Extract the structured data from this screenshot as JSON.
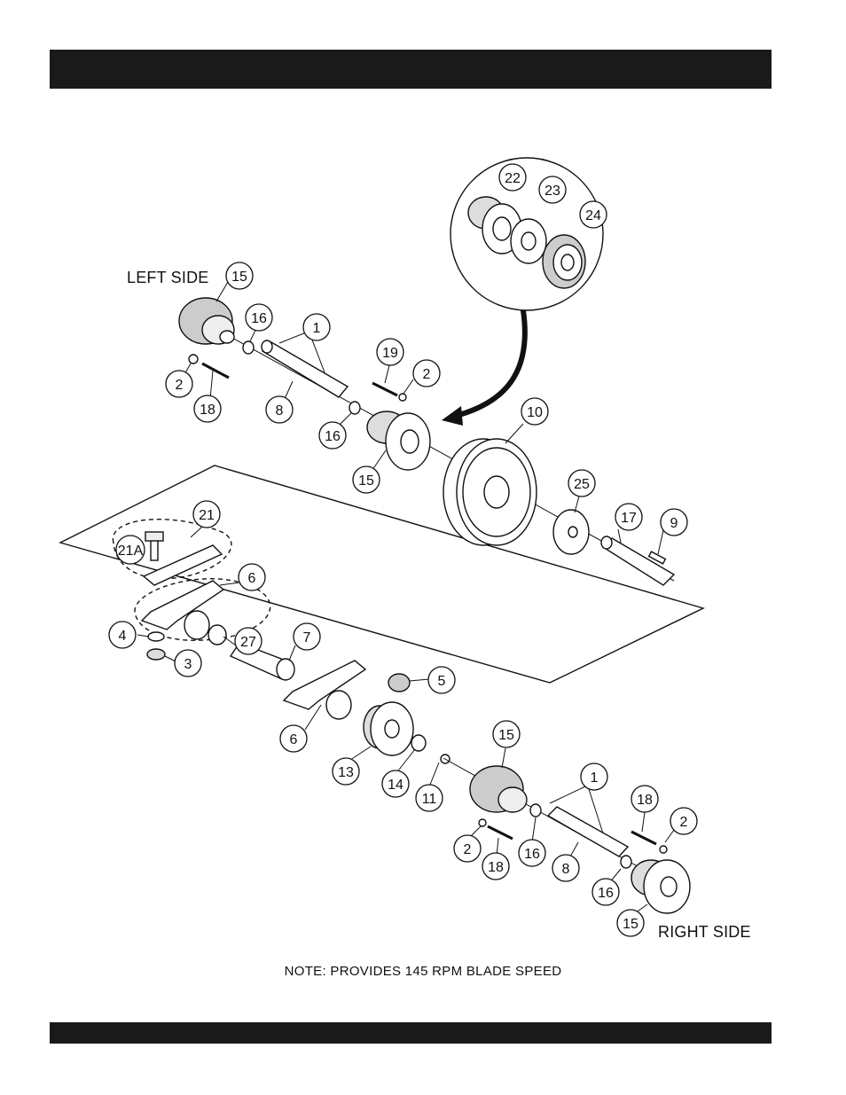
{
  "labels": {
    "left_side": "LEFT SIDE",
    "right_side": "RIGHT SIDE",
    "note": "NOTE: PROVIDES 145 RPM BLADE SPEED"
  },
  "callouts": [
    {
      "n": "15"
    },
    {
      "n": "16"
    },
    {
      "n": "1"
    },
    {
      "n": "19"
    },
    {
      "n": "2"
    },
    {
      "n": "2"
    },
    {
      "n": "18"
    },
    {
      "n": "8"
    },
    {
      "n": "16"
    },
    {
      "n": "15"
    },
    {
      "n": "22"
    },
    {
      "n": "23"
    },
    {
      "n": "24"
    },
    {
      "n": "10"
    },
    {
      "n": "25"
    },
    {
      "n": "17"
    },
    {
      "n": "9"
    },
    {
      "n": "21"
    },
    {
      "n": "21A"
    },
    {
      "n": "6"
    },
    {
      "n": "27"
    },
    {
      "n": "4"
    },
    {
      "n": "3"
    },
    {
      "n": "7"
    },
    {
      "n": "5"
    },
    {
      "n": "6"
    },
    {
      "n": "13"
    },
    {
      "n": "14"
    },
    {
      "n": "11"
    },
    {
      "n": "15"
    },
    {
      "n": "1"
    },
    {
      "n": "18"
    },
    {
      "n": "2"
    },
    {
      "n": "2"
    },
    {
      "n": "18"
    },
    {
      "n": "16"
    },
    {
      "n": "8"
    },
    {
      "n": "16"
    },
    {
      "n": "15"
    }
  ]
}
